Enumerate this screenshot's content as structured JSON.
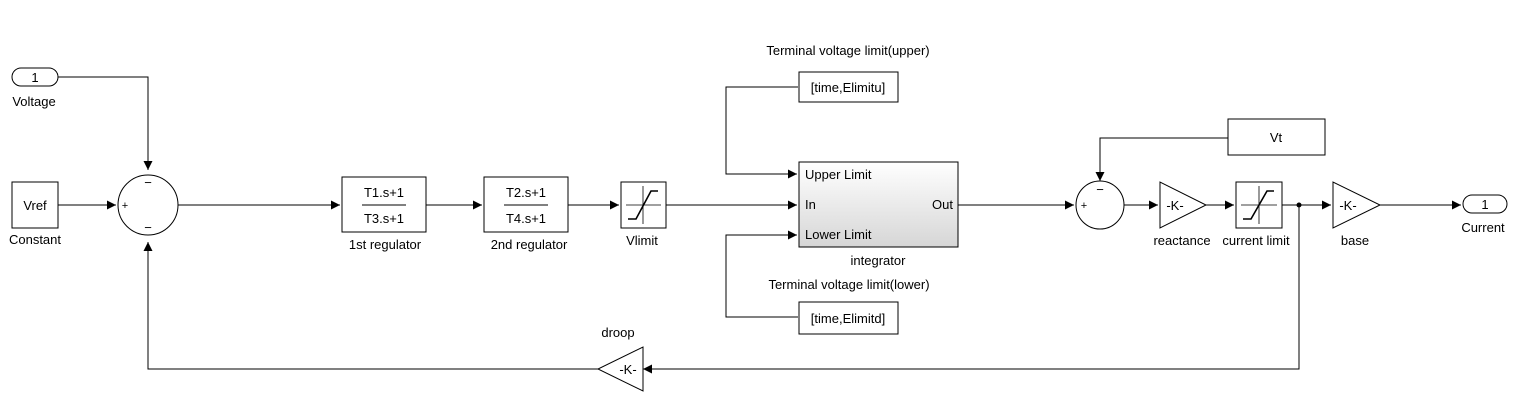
{
  "inport": {
    "number": "1",
    "name": "Voltage"
  },
  "constant": {
    "value": "Vref",
    "name": "Constant"
  },
  "sum1": {
    "sign_top": "−",
    "sign_left": "+",
    "sign_bottom": "−"
  },
  "regulator1": {
    "numerator": "T1.s+1",
    "denominator": "T3.s+1",
    "name": "1st regulator"
  },
  "regulator2": {
    "numerator": "T2.s+1",
    "denominator": "T4.s+1",
    "name": "2nd regulator"
  },
  "vlimit": {
    "name": "Vlimit"
  },
  "upper_source": {
    "value": "[time,Elimitu]",
    "name": "Terminal voltage limit(upper)"
  },
  "lower_source": {
    "value": "[time,Elimitd]",
    "name": "Terminal voltage limit(lower)"
  },
  "integrator": {
    "name": "integrator",
    "port_upper": "Upper Limit",
    "port_in": "In",
    "port_lower": "Lower Limit",
    "port_out": "Out"
  },
  "vt": {
    "value": "Vt"
  },
  "sum2": {
    "sign_top": "−",
    "sign_left": "+"
  },
  "reactance": {
    "value": "-K-",
    "name": "reactance"
  },
  "current_limit": {
    "name": "current limit"
  },
  "base": {
    "value": "-K-",
    "name": "base"
  },
  "outport": {
    "number": "1",
    "name": "Current"
  },
  "droop": {
    "value": "-K-",
    "name": "droop"
  }
}
